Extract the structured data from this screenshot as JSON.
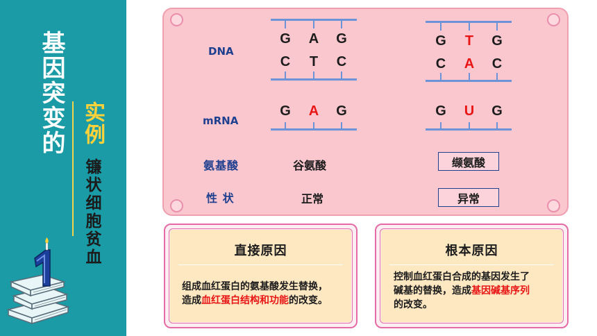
{
  "left": {
    "title": "基因突变的",
    "subtitle": "实例",
    "topic": "镰状细胞贫血",
    "badge_number": "1"
  },
  "labels": {
    "dna": "DNA",
    "mrna": "mRNA",
    "amino": "氨基酸",
    "trait": "性 状"
  },
  "normal": {
    "dna_top": [
      "G",
      "A",
      "G"
    ],
    "dna_bottom": [
      "C",
      "T",
      "C"
    ],
    "mrna": [
      "G",
      "A",
      "G"
    ],
    "amino": "谷氨酸",
    "trait": "正常"
  },
  "mutant": {
    "dna_top": [
      "G",
      "T",
      "G"
    ],
    "dna_bottom": [
      "C",
      "A",
      "C"
    ],
    "mrna": [
      "G",
      "U",
      "G"
    ],
    "amino": "缬氨酸",
    "trait": "异常"
  },
  "cause_direct": {
    "title": "直接原因",
    "line1": "组成血红蛋白的氨基酸发生替换，",
    "line2_pre": "造成",
    "line2_hl": "血红蛋白结构和功能",
    "line2_post": "的改变。"
  },
  "cause_root": {
    "title": "根本原因",
    "line1": "控制血红蛋白合成的基因发生了",
    "line2_pre": "碱基的替换，造成",
    "line2_hl": "基因碱基序列",
    "line3": "的改变。"
  },
  "colors": {
    "panel": "#1a9ba6",
    "title": "#ffffff",
    "subtitle": "#ffd23a",
    "card": "#fbc7cf",
    "strand": "#6c93d8",
    "mutation": "#e81515",
    "label": "#1f3f8f"
  }
}
